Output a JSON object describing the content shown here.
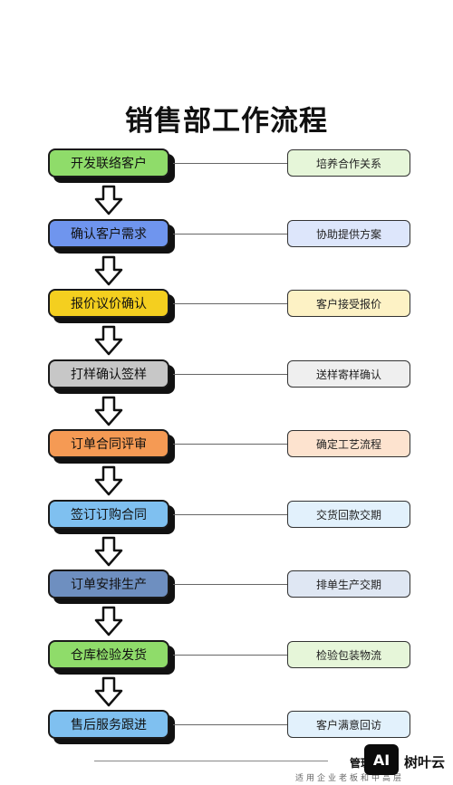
{
  "title": "销售部工作流程",
  "steps": [
    {
      "label": "开发联络客户",
      "color": "#8fdc6a",
      "note": "培养合作关系",
      "note_color": "#e6f6d9"
    },
    {
      "label": "确认客户需求",
      "color": "#6f95ee",
      "note": "协助提供方案",
      "note_color": "#dde6fb"
    },
    {
      "label": "报价议价确认",
      "color": "#f4cf1f",
      "note": "客户接受报价",
      "note_color": "#fdf2c5"
    },
    {
      "label": "打样确认签样",
      "color": "#c7c7c7",
      "note": "送样寄样确认",
      "note_color": "#efefef"
    },
    {
      "label": "订单合同评审",
      "color": "#f59a54",
      "note": "确定工艺流程",
      "note_color": "#fde3cf"
    },
    {
      "label": "签订订购合同",
      "color": "#7fc0f0",
      "note": "交货回款交期",
      "note_color": "#e2f1fc"
    },
    {
      "label": "订单安排生产",
      "color": "#6e8fc0",
      "note": "排单生产交期",
      "note_color": "#dfe7f3"
    },
    {
      "label": "仓库检验发货",
      "color": "#8fdc6a",
      "note": "检验包装物流",
      "note_color": "#e6f6d9"
    },
    {
      "label": "售后服务跟进",
      "color": "#7fc0f0",
      "note": "客户满意回访",
      "note_color": "#e2f1fc"
    }
  ],
  "footer": {
    "logo_text": "管理",
    "sub_text": "适用企业老板和中高层",
    "badge_text": "AI",
    "brand": "树叶云"
  }
}
